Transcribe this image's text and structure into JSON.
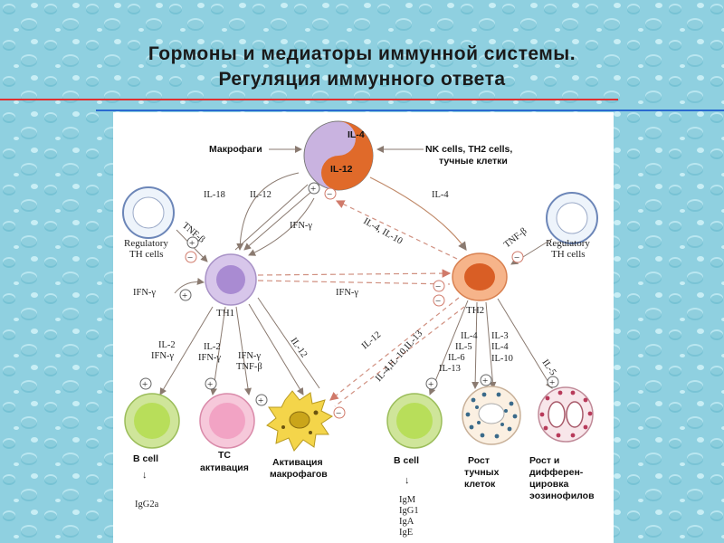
{
  "title_line1": "Гормоны и медиаторы иммунной системы.",
  "title_line2": "Регуляция иммунного ответа",
  "colors": {
    "background": "#8fd0e0",
    "rule_red": "#e03030",
    "rule_blue": "#2a6ad0",
    "cytokine_purple": "#c9b3e0",
    "cytokine_orange": "#e06a2a",
    "arrow": "#a08a7a",
    "dashed_arrow": "#d09080"
  },
  "diagram": {
    "yin_il4": "IL-4",
    "yin_il12": "IL-12",
    "macrophages": "Макрофаги",
    "nk_line1": "NK cells, TH2 cells,",
    "nk_line2": "тучные клетки",
    "il18": "IL-18",
    "il12_a": "IL-12",
    "ifn_g_top": "IFN-γ",
    "il4_right": "IL-4",
    "il4_il10": "IL-4, IL-10",
    "tnfb_left": "TNF-β",
    "tnfb_right": "TNF-β",
    "reg_left_1": "Regulatory",
    "reg_left_2": "TH cells",
    "reg_right_1": "Regulatory",
    "reg_right_2": "TH cells",
    "ifn_g_left": "IFN-γ",
    "ifn_g_mid": "IFN-γ",
    "th1": "TH1",
    "th2": "TH2",
    "il12_b": "IL-12",
    "il12_c": "IL-12",
    "il4_il10_il13": "IL-4,IL-10,IL-13",
    "il2_ifn_1a": "IL-2",
    "il2_ifn_1b": "IFN-γ",
    "il2_ifn_2a": "IL-2",
    "il2_ifn_2b": "IFN-γ",
    "ifn_tnf_a": "IFN-γ",
    "ifn_tnf_b": "TNF-β",
    "th2_out1": "IL-4",
    "th2_out2": "IL-5",
    "th2_out3": "IL-6",
    "th2_out4": "IL-13",
    "th2_out5": "IL-3",
    "th2_out6": "IL-4",
    "th2_out7": "IL-10",
    "il5": "IL-5",
    "bcell_left": "B cell",
    "tc_line1": "TC",
    "tc_line2": "активация",
    "macro_line1": "Активация",
    "macro_line2": "макрофагов",
    "bcell_right": "B cell",
    "mast_line1": "Рост",
    "mast_line2": "тучных",
    "mast_line3": "клеток",
    "eos_line1": "Рост и",
    "eos_line2": "дифферен-",
    "eos_line3": "цировка",
    "eos_line4": "эозинофилов",
    "igg2a": "IgG2a",
    "ig1": "IgM",
    "ig2": "IgG1",
    "ig3": "IgA",
    "ig4": "IgE",
    "plus": "+",
    "minus": "−"
  }
}
